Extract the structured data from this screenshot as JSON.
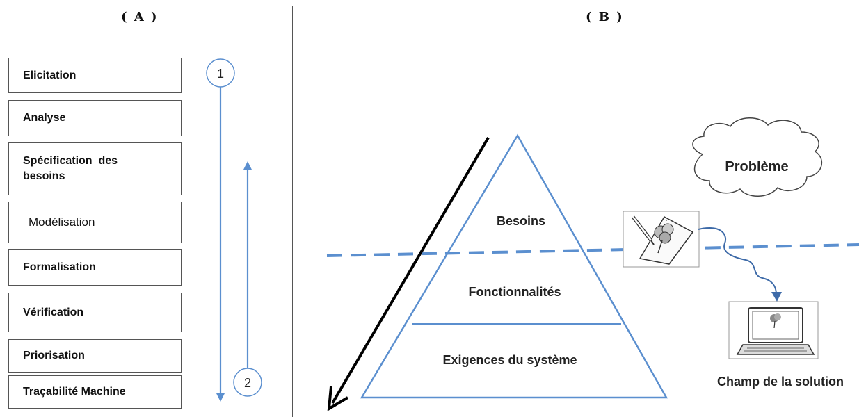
{
  "panels": {
    "a_title": "( A )",
    "b_title": "( B )"
  },
  "steps": [
    "Elicitation",
    "Analyse",
    "Spécification  des besoins",
    "Modélisation",
    "Formalisation",
    "Vérification",
    "Priorisation",
    "Traçabilité Machine"
  ],
  "markers": {
    "start": "1",
    "end": "2"
  },
  "pyramid": {
    "top": "Besoins",
    "middle": "Fonctionnalités",
    "bottom": "Exigences du système"
  },
  "problem_label": "Problème",
  "solution_label": "Champ de la solution",
  "colors": {
    "accent_blue": "#5b8fcf",
    "arrow_black": "#000000",
    "box_border": "#555555"
  }
}
